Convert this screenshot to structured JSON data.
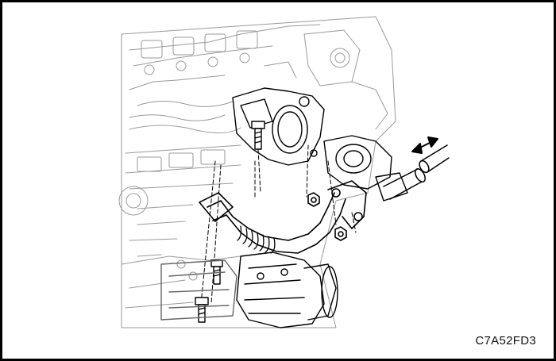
{
  "figure": {
    "code": "C7A52FD3"
  },
  "colors": {
    "line": "#000000",
    "light_line": "#9a9a9a",
    "background": "#ffffff"
  },
  "parts": [
    "engine-block",
    "throttle-body",
    "egr-valve",
    "egr-pipe",
    "corrugated-bellows",
    "mounting-bolts",
    "hex-nuts",
    "starter-motor",
    "cooler-hose",
    "direction-arrow"
  ]
}
